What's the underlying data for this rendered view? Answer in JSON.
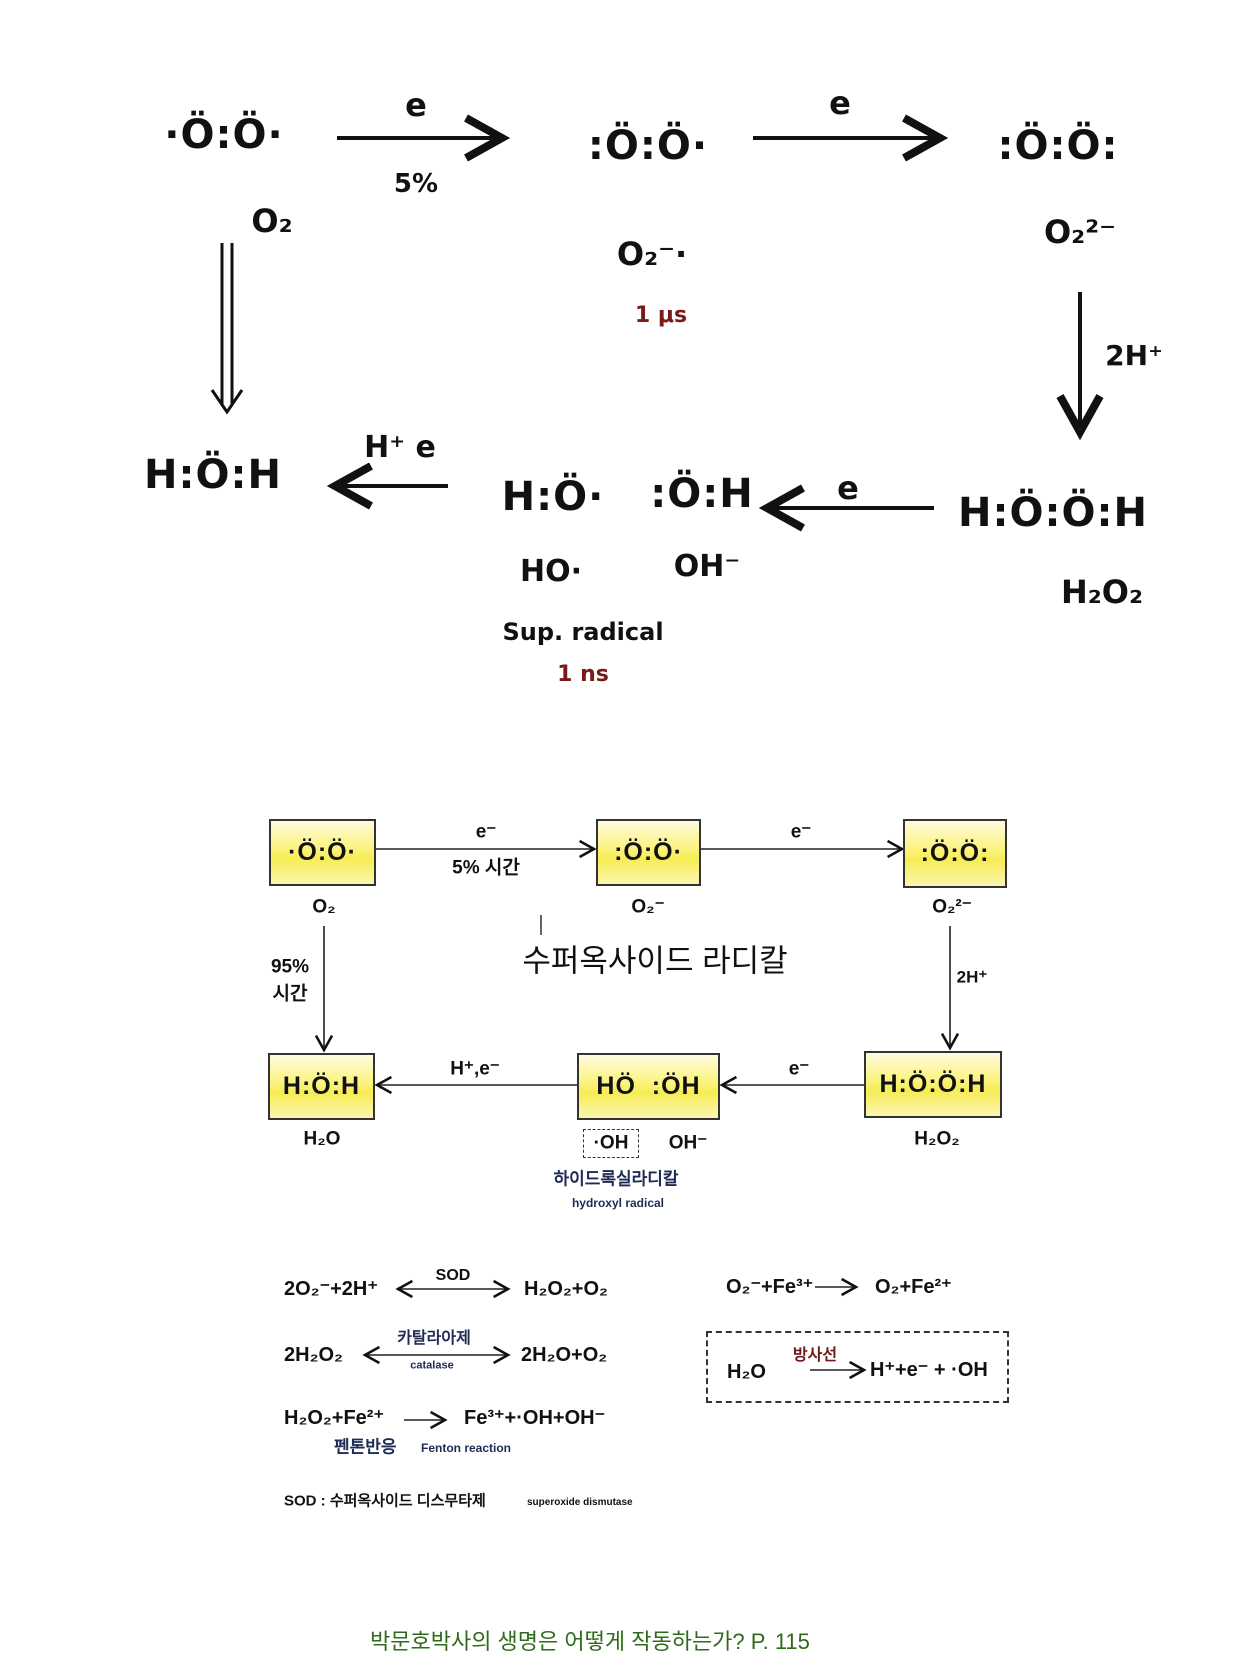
{
  "handwritten": {
    "o2_structure": "·Ö:Ö·",
    "o2_label": "O₂",
    "arrow1_top": "e",
    "arrow1_bottom": "5%",
    "superoxide_structure": ":Ö:Ö·",
    "superoxide_label": "O₂⁻·",
    "superoxide_time": "1 μs",
    "arrow2_top": "e",
    "peroxide_structure": ":Ö:Ö:",
    "peroxide_label": "O₂²⁻",
    "arrow3_label": "2H⁺",
    "h2o2_structure": "H:Ö:Ö:H",
    "h2o2_label": "H₂O₂",
    "arrow4_top": "e",
    "hydroxide_structure": ":Ö:H",
    "hydroxide_label": "OH⁻",
    "hydroxyl_structure": "H:Ö·",
    "hydroxyl_label": "HO·",
    "hydroxyl_note": "Sup. radical",
    "hydroxyl_time": "1 ns",
    "arrow5_top": "H⁺ e",
    "water_structure": "H:Ö:H"
  },
  "diagram": {
    "boxes": {
      "o2": {
        "structure": "·Ö:Ö·",
        "label": "O₂"
      },
      "superoxide": {
        "structure": ":Ö:Ö·",
        "label": "O₂⁻"
      },
      "peroxide": {
        "structure": ":Ö:Ö:",
        "label": "O₂²⁻"
      },
      "h2o2": {
        "structure": "H:Ö:Ö:H",
        "label": "H₂O₂"
      },
      "radicals": {
        "structure": "HÖ  :ÖH",
        "label_radical": "·OH",
        "label_ion": "OH⁻"
      },
      "water": {
        "structure": "H:Ö:H",
        "label": "H₂O"
      }
    },
    "arrows": {
      "o2_to_superoxide_top": "e⁻",
      "o2_to_superoxide_bottom": "5% 시간",
      "superoxide_to_peroxide": "e⁻",
      "peroxide_to_h2o2": "2H⁺",
      "h2o2_to_radicals": "e⁻",
      "radicals_to_water": "H⁺,e⁻",
      "o2_to_water_line1": "95%",
      "o2_to_water_line2": "시간"
    },
    "overlay_label": "수퍼옥사이드 라디칼",
    "hydroxyl_ko": "하이드록실라디칼",
    "hydroxyl_en": "hydroxyl radical"
  },
  "equations": {
    "sod": {
      "left": "2O₂⁻+2H⁺",
      "catalyst": "SOD",
      "right": "H₂O₂+O₂"
    },
    "catalase": {
      "left": "2H₂O₂",
      "catalyst_ko": "카탈라아제",
      "catalyst_en": "catalase",
      "right": "2H₂O+O₂"
    },
    "fenton": {
      "left": "H₂O₂+Fe²⁺",
      "right": "Fe³⁺+·OH+OH⁻",
      "name_ko": "펜톤반응",
      "name_en": "Fenton reaction"
    },
    "iron": {
      "left": "O₂⁻+Fe³⁺",
      "right": "O₂+Fe²⁺"
    },
    "radiation": {
      "left": "H₂O",
      "catalyst": "방사선",
      "right": "H⁺+e⁻ + ·OH"
    },
    "footnote_prefix": "SOD : 수퍼옥사이드 디스무타제",
    "footnote_en": "superoxide dismutase"
  },
  "caption": "박문호박사의 생명은 어떻게 작동하는가? P. 115",
  "colors": {
    "box_fill": "#f6ec55",
    "caption": "#2e6b1a",
    "handwritten_red": "#7a1a1a",
    "navy": "#1f2a55",
    "radiation_label": "#6a1a1a"
  }
}
